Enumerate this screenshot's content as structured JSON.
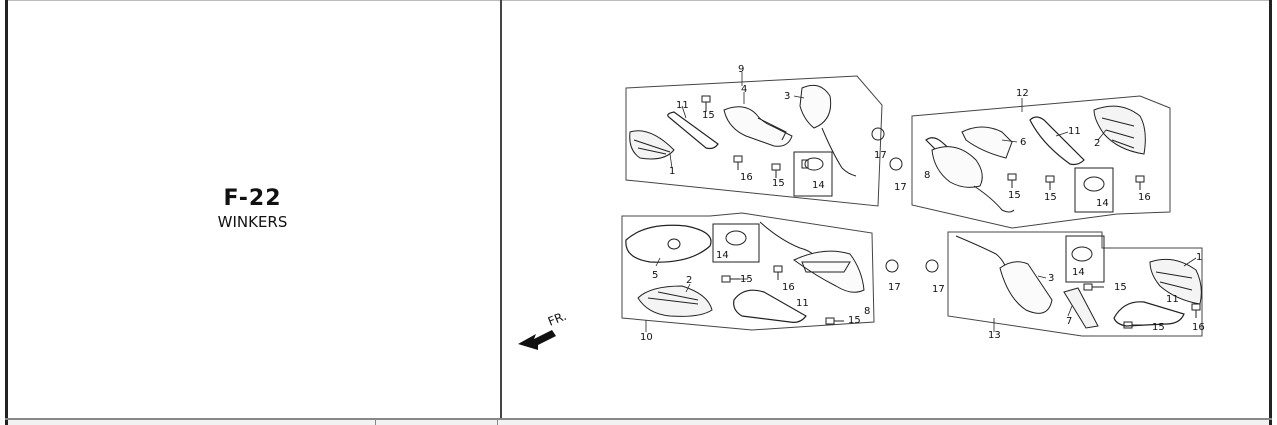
{
  "header": {
    "code": "F-22",
    "title": "WINKERS"
  },
  "diagram": {
    "direction_label": "FR.",
    "callouts": {
      "a1": "1",
      "a2": "11",
      "a3": "9",
      "a4": "4",
      "a5": "15",
      "a6": "3",
      "a7": "16",
      "a8": "15",
      "a9": "14",
      "a10": "17",
      "a11": "17",
      "b1": "12",
      "b2": "6",
      "b3": "11",
      "b4": "2",
      "b5": "8",
      "b6": "15",
      "b7": "15",
      "b8": "14",
      "b9": "16",
      "c1": "14",
      "c2": "5",
      "c3": "2",
      "c4": "15",
      "c5": "16",
      "c6": "11",
      "c7": "15",
      "c8": "8",
      "c9": "10",
      "c10": "17",
      "c11": "17",
      "d1": "14",
      "d2": "3",
      "d3": "15",
      "d4": "1",
      "d5": "11",
      "d6": "7",
      "d7": "15",
      "d8": "16",
      "d9": "13"
    }
  }
}
